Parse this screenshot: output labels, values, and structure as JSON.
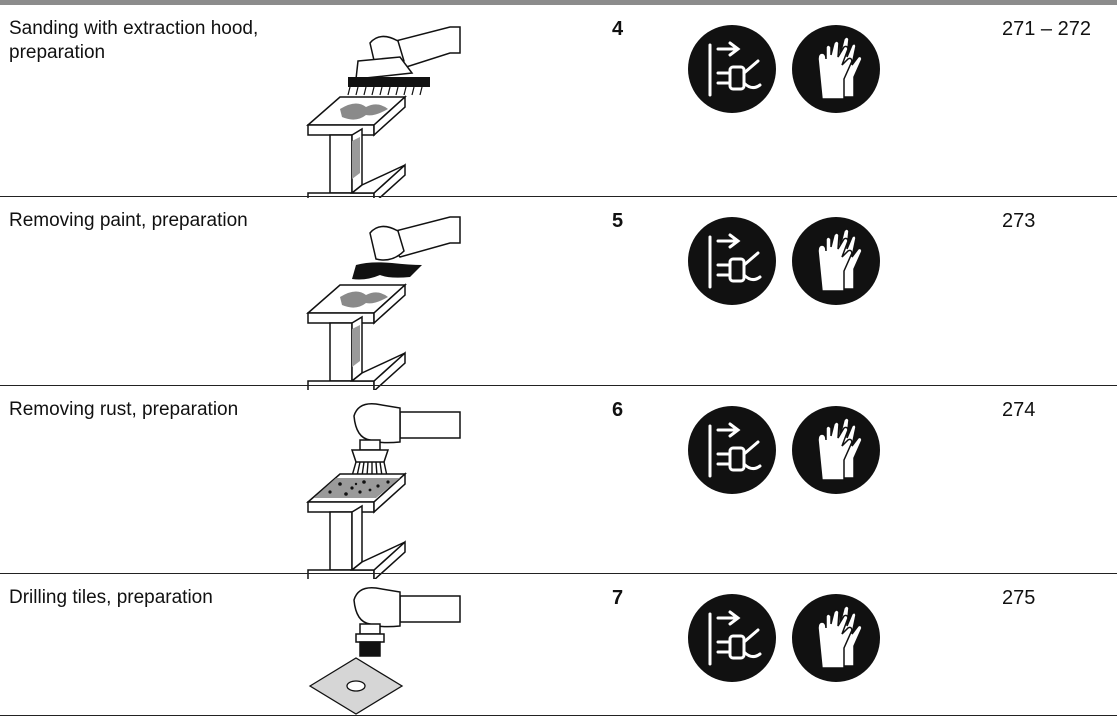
{
  "rows": [
    {
      "activity": "Sanding with extraction hood, preparation",
      "step": "4",
      "pages": "271 – 272",
      "tool": "sanding-with-hood",
      "surface": "i-beam-paint"
    },
    {
      "activity": "Removing paint, preparation",
      "step": "5",
      "pages": "273",
      "tool": "paint-removal",
      "surface": "i-beam-paint"
    },
    {
      "activity": "Removing rust, preparation",
      "step": "6",
      "pages": "274",
      "tool": "cup-brush",
      "surface": "i-beam-rust"
    },
    {
      "activity": "Drilling tiles, preparation",
      "step": "7",
      "pages": "275",
      "tool": "tile-drill",
      "surface": "tile"
    }
  ],
  "icons": {
    "unplug": "unplug-icon",
    "gloves": "gloves-icon"
  },
  "colors": {
    "icon_bg": "#111111",
    "rule": "#222222",
    "surface_fill": "#d6d6d6",
    "header_bar": "#8c8c8c"
  }
}
